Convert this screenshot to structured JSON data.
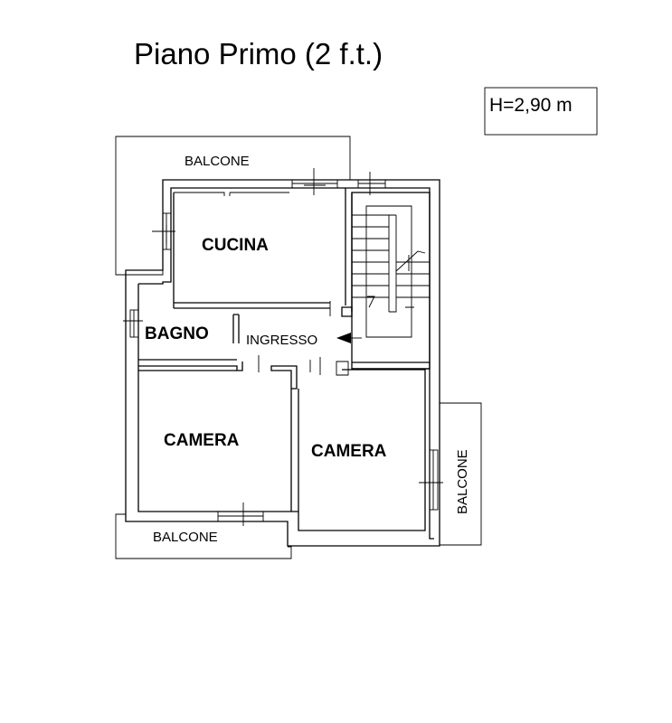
{
  "title": "Piano Primo (2 f.t.)",
  "ceiling_height": "H=2,90 m",
  "rooms": {
    "cucina": "CUCINA",
    "bagno": "BAGNO",
    "ingresso": "INGRESSO",
    "camera_left": "CAMERA",
    "camera_right": "CAMERA"
  },
  "balconies": {
    "top": "BALCONE",
    "bottom": "BALCONE",
    "right": "BALCONE"
  },
  "colors": {
    "line": "#000000",
    "background": "#ffffff"
  }
}
